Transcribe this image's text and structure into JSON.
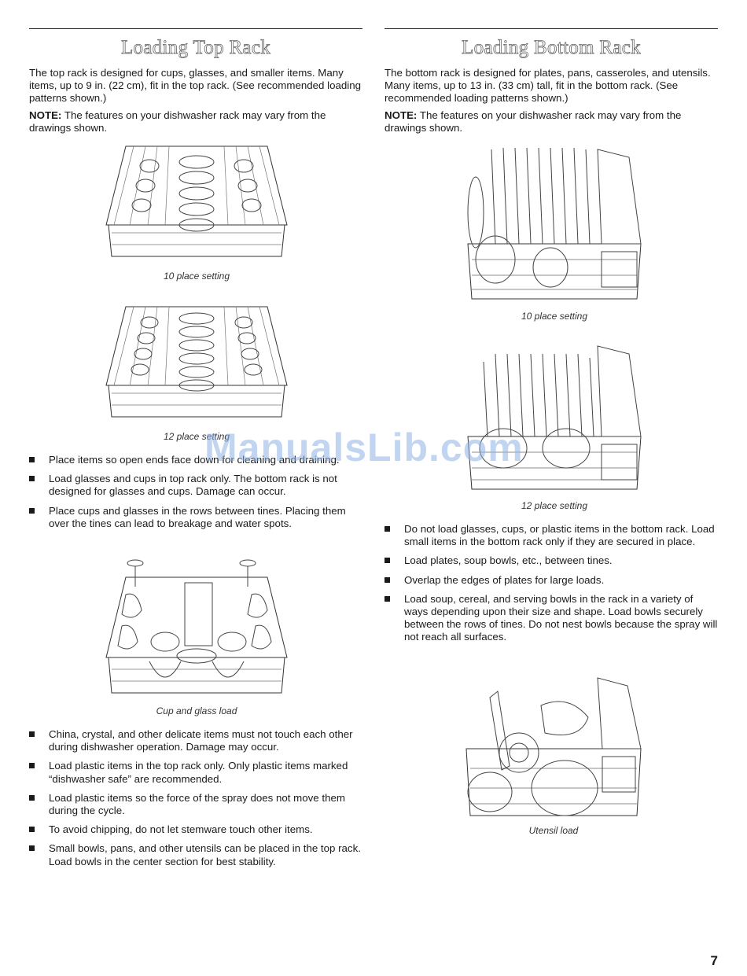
{
  "left": {
    "title": "Loading Top Rack",
    "intro": "The top rack is designed for cups, glasses, and smaller items. Many items, up to 9 in. (22 cm), fit in the top rack. (See recommended loading patterns shown.)",
    "note_label": "NOTE:",
    "note_text": " The features on your dishwasher rack may vary from the drawings shown.",
    "captions": [
      "10 place setting",
      "12 place setting",
      "Cup and glass load"
    ],
    "bullets1": [
      "Place items so open ends face down for cleaning and draining.",
      "Load glasses and cups in top rack only. The bottom rack is not designed for glasses and cups. Damage can occur.",
      "Place cups and glasses in the rows between tines. Placing them over the tines can lead to breakage and water spots."
    ],
    "bullets2": [
      "China, crystal, and other delicate items must not touch each other during dishwasher operation. Damage may occur.",
      "Load plastic items in the top rack only. Only plastic items marked “dishwasher safe” are recommended.",
      "Load plastic items so the force of the spray does not move them during the cycle.",
      "To avoid chipping, do not let stemware touch other items.",
      "Small bowls, pans, and other utensils can be placed in the top rack. Load bowls in the center section for best stability."
    ]
  },
  "right": {
    "title": "Loading Bottom Rack",
    "intro": "The bottom rack is designed for plates, pans, casseroles, and utensils. Many items, up to 13 in. (33 cm) tall, fit in the bottom rack. (See recommended loading patterns shown.)",
    "note_label": "NOTE:",
    "note_text": " The features on your dishwasher rack may vary from the drawings shown.",
    "captions": [
      "10 place setting",
      "12 place setting",
      "Utensil load"
    ],
    "bullets": [
      "Do not load glasses, cups, or plastic items in the bottom rack. Load small items in the bottom rack only if they are secured in place.",
      "Load plates, soup bowls, etc., between tines.",
      "Overlap the edges of plates for large loads.",
      "Load soup, cereal, and serving bowls in the rack in a variety of ways depending upon their size and shape. Load bowls securely between the rows of tines. Do not nest bowls because the spray will not reach all surfaces."
    ]
  },
  "watermark": "ManualsLib.com",
  "page_number": "7"
}
